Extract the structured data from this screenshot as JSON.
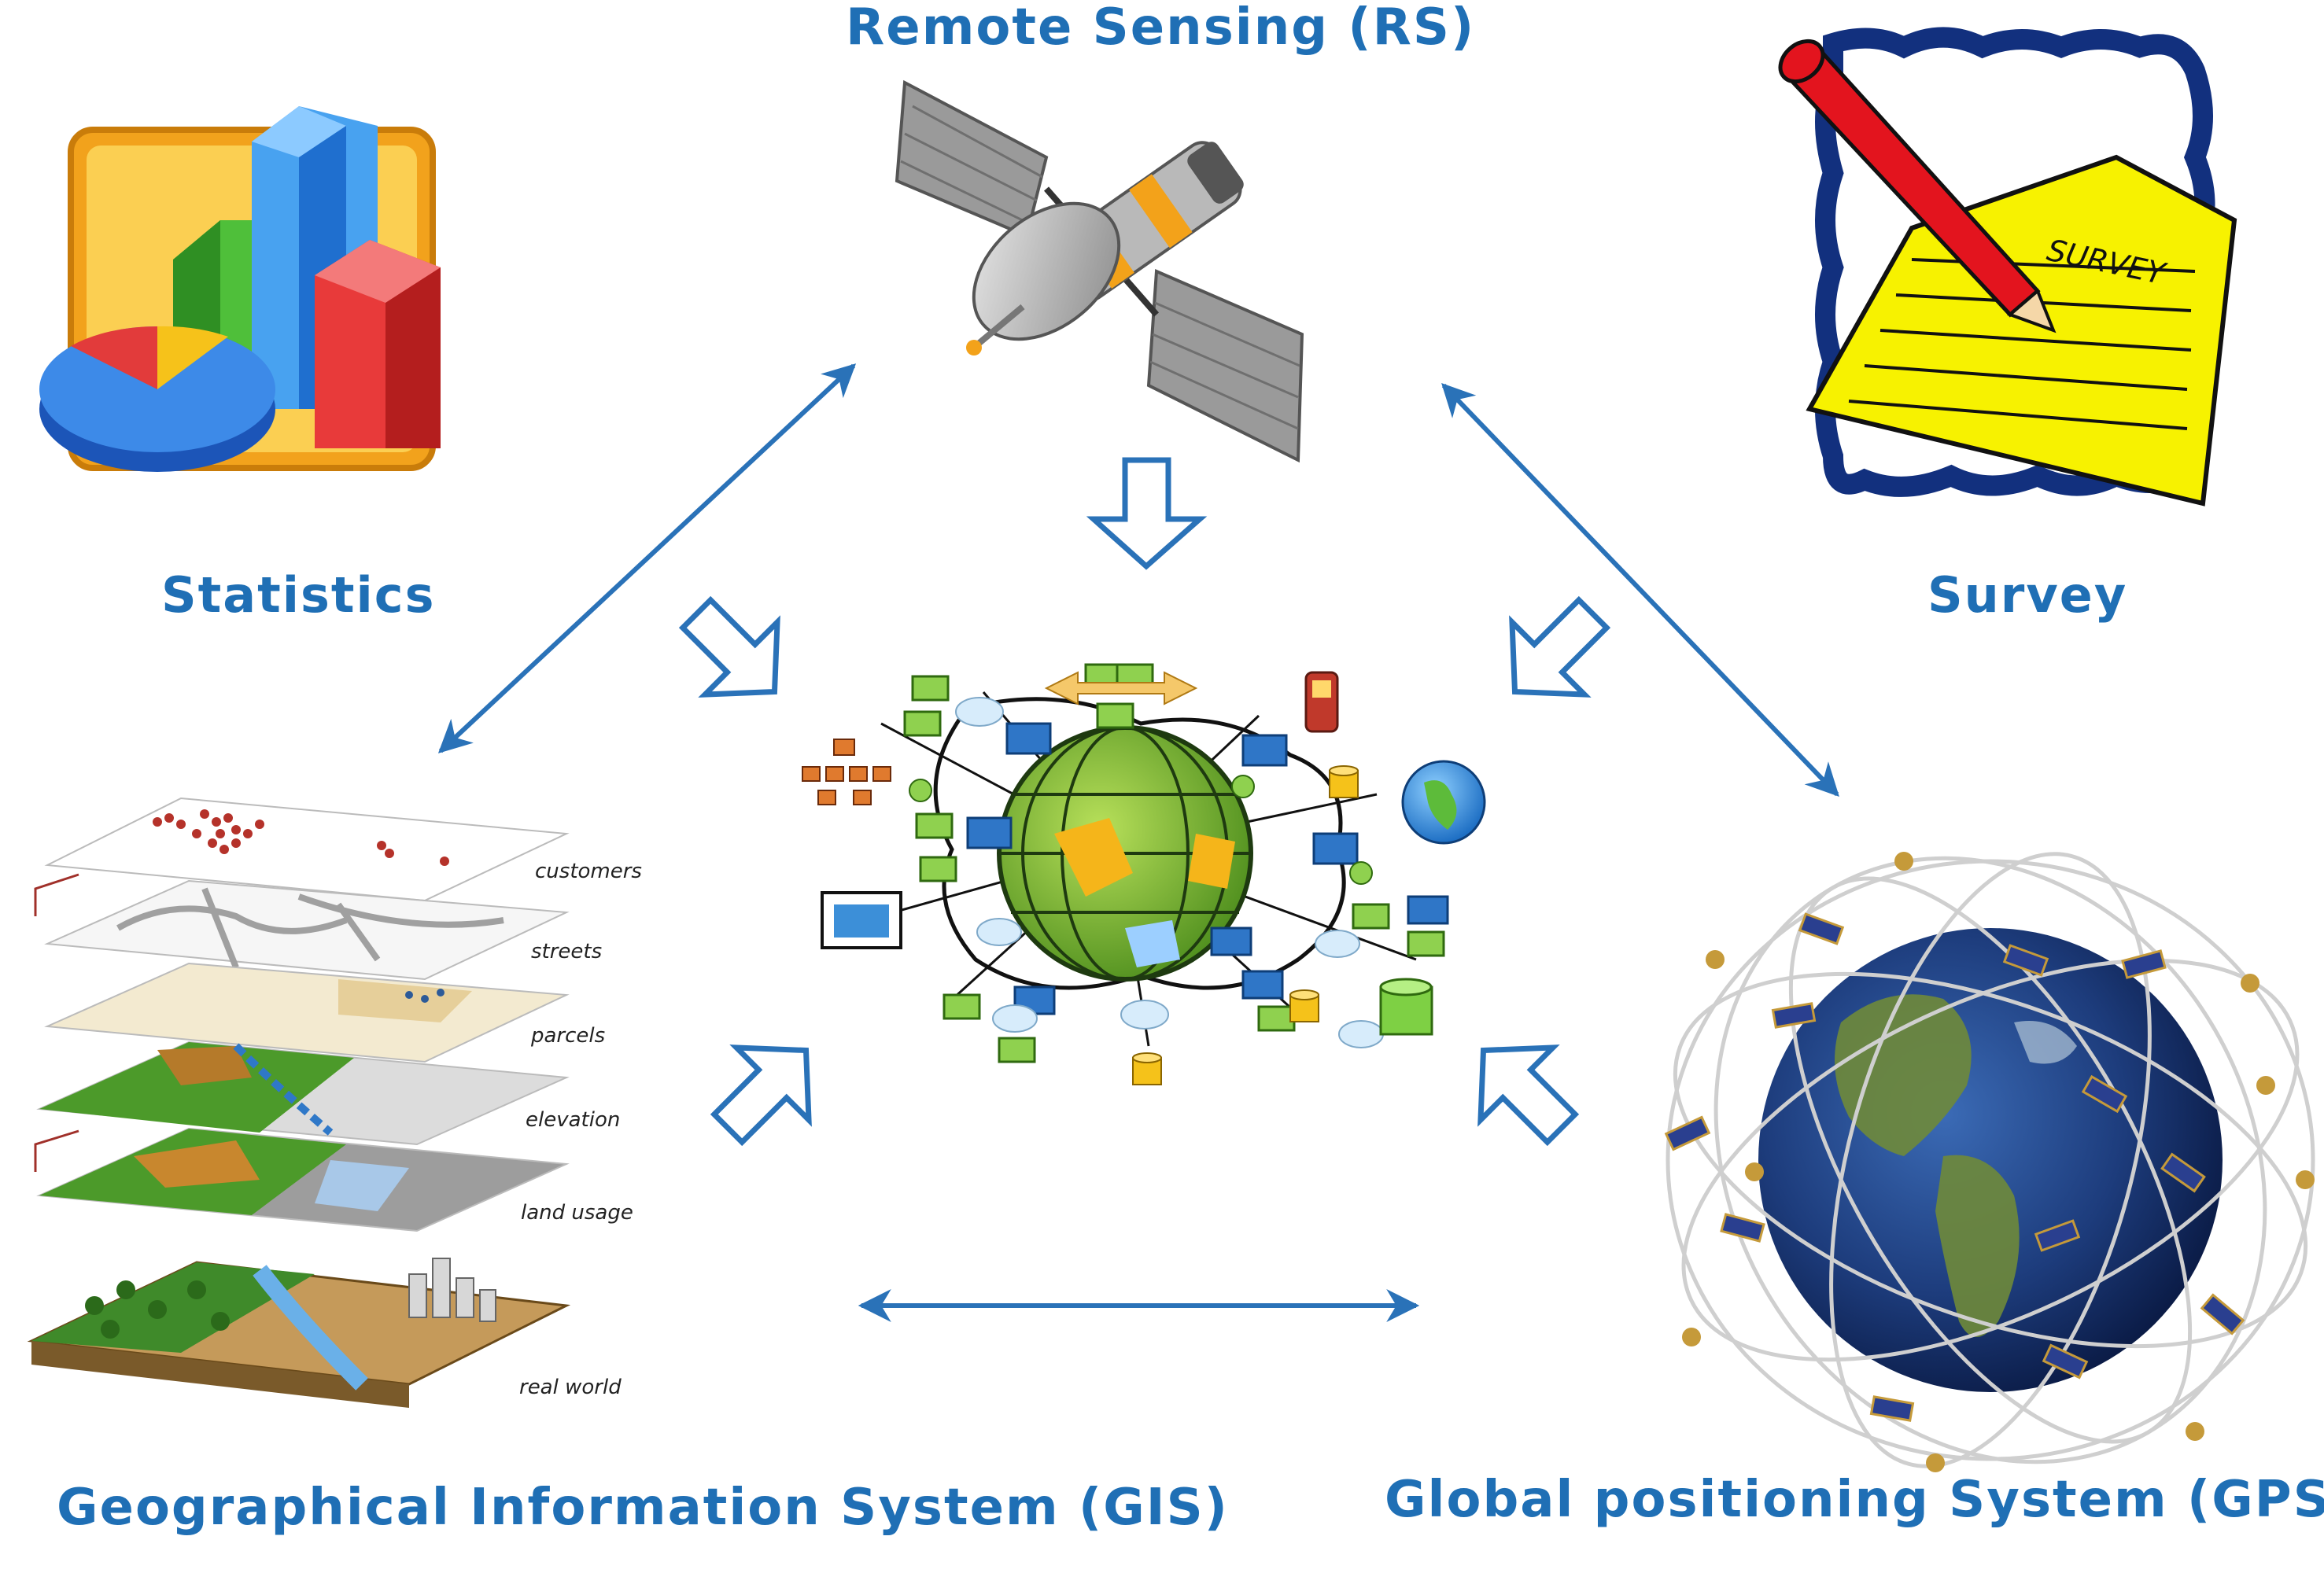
{
  "labels": {
    "remote_sensing": "Remote Sensing (RS)",
    "statistics": "Statistics",
    "survey": "Survey",
    "gis": "Geographical Information System (GIS)",
    "gps": "Global positioning System (GPS)"
  },
  "survey_icon": {
    "paper_text": "SURVEY"
  },
  "gis_layers": [
    "customers",
    "streets",
    "parcels",
    "elevation",
    "land usage",
    "real world"
  ],
  "colors": {
    "label": "#1f6fb5",
    "arrow": "#2a72b8"
  }
}
